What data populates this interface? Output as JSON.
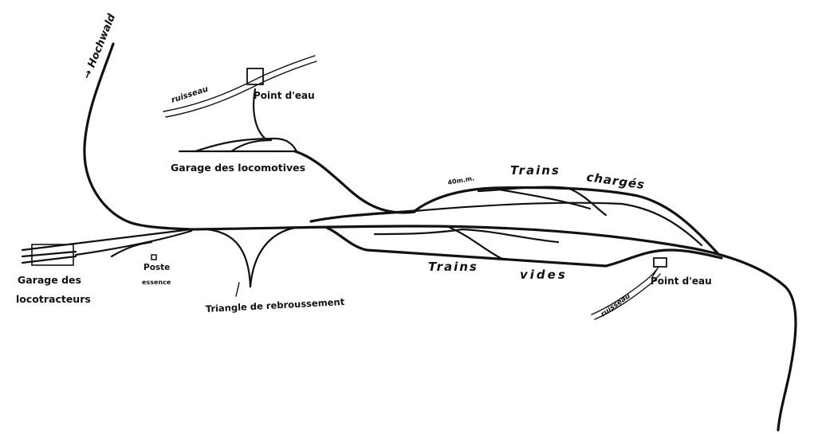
{
  "labels": {
    "hochwald": "→ Hochwald",
    "ruisseau_top": "ruisseau",
    "point_eau_top": "Point d'eau",
    "garage_locomotives": "Garage des locomotives",
    "distance": "40m.m.",
    "trains_charges_1": "Trains",
    "trains_charges_2": "chargés",
    "garage_locotracteurs_1": "Garage des",
    "garage_locotracteurs_2": "locotracteurs",
    "poste_essence_1": "Poste",
    "poste_essence_2": "essence",
    "triangle": "Triangle de rebroussement",
    "trains_vides_1": "Trains",
    "trains_vides_2": "vides",
    "point_eau_bottom": "Point d'eau",
    "ruisseau_bottom": "ruisseau"
  }
}
